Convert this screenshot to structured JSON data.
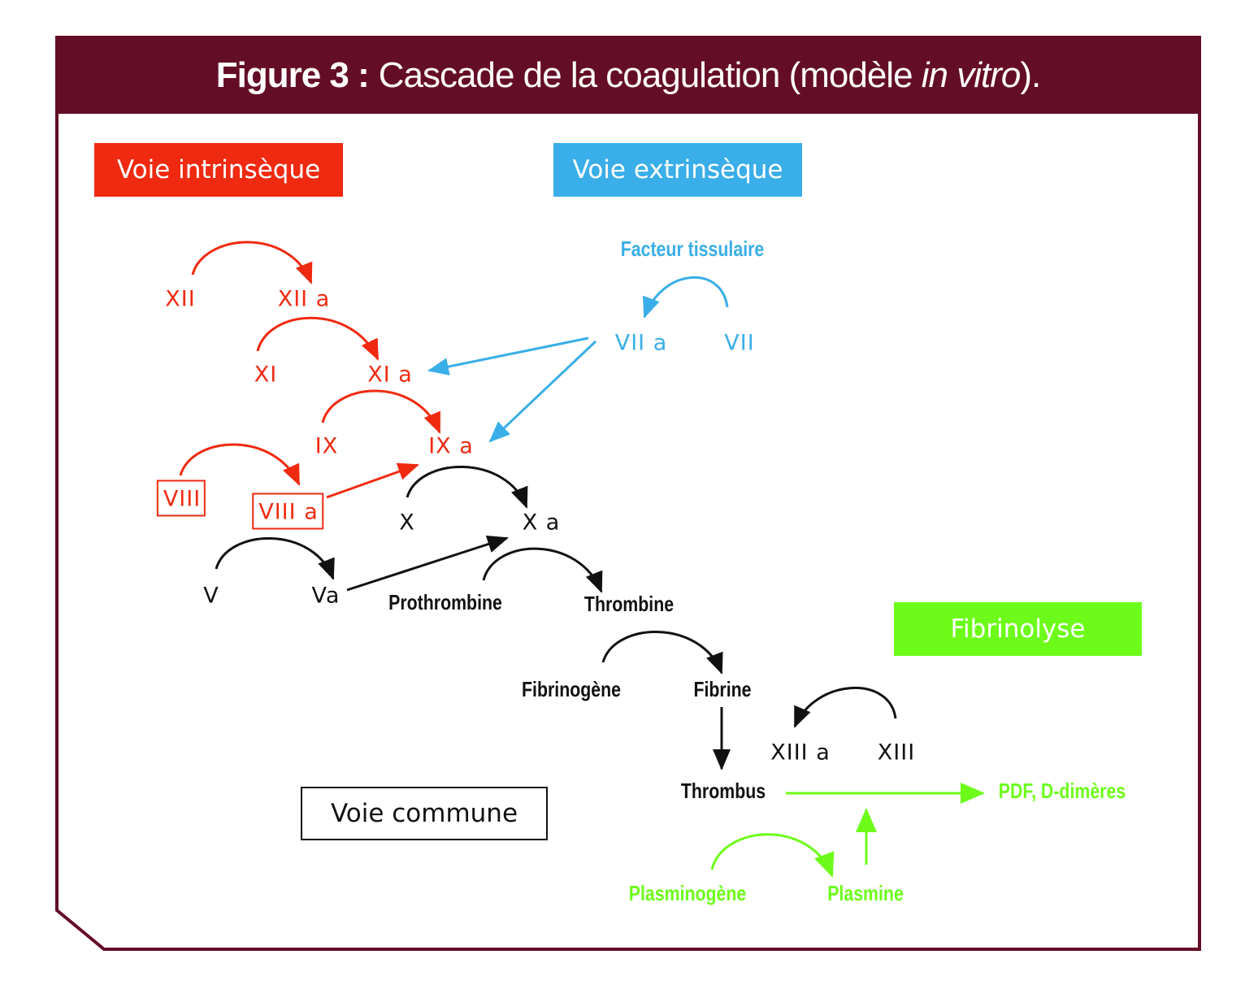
{
  "header": {
    "figure_label": "Figure 3 :",
    "figure_text": "Cascade de la coagulation (modèle ",
    "figure_italic": "in vitro",
    "figure_end": ")."
  },
  "pathways": {
    "intrinsic": "Voie intrinsèque",
    "extrinsic": "Voie extrinsèque",
    "fibrinolysis": "Fibrinolyse",
    "common": "Voie commune"
  },
  "nodes": {
    "xii": "XII",
    "xiia": "XII a",
    "xi": "XI",
    "xia": "XI a",
    "ix": "IX",
    "ixa": "IX a",
    "viii": "VIII",
    "viiia": "VIII a",
    "facteur_tissulaire": "Facteur tissulaire",
    "viia": "VII a",
    "vii": "VII",
    "x": "X",
    "xa": "X a",
    "v": "V",
    "va": "Va",
    "prothrombine": "Prothrombine",
    "thrombine": "Thrombine",
    "fibrinogene": "Fibrinogène",
    "fibrine": "Fibrine",
    "xiiia": "XIII a",
    "xiii": "XIII",
    "thrombus": "Thrombus",
    "pdf": "PDF, D-dimères",
    "plasminogene": "Plasminogène",
    "plasmine": "Plasmine"
  },
  "colors": {
    "frame": "#640d27",
    "intrinsic": "#ef2a11",
    "extrinsic": "#3aaee8",
    "fibrinolysis": "#6dfc1a",
    "common": "#111111"
  }
}
